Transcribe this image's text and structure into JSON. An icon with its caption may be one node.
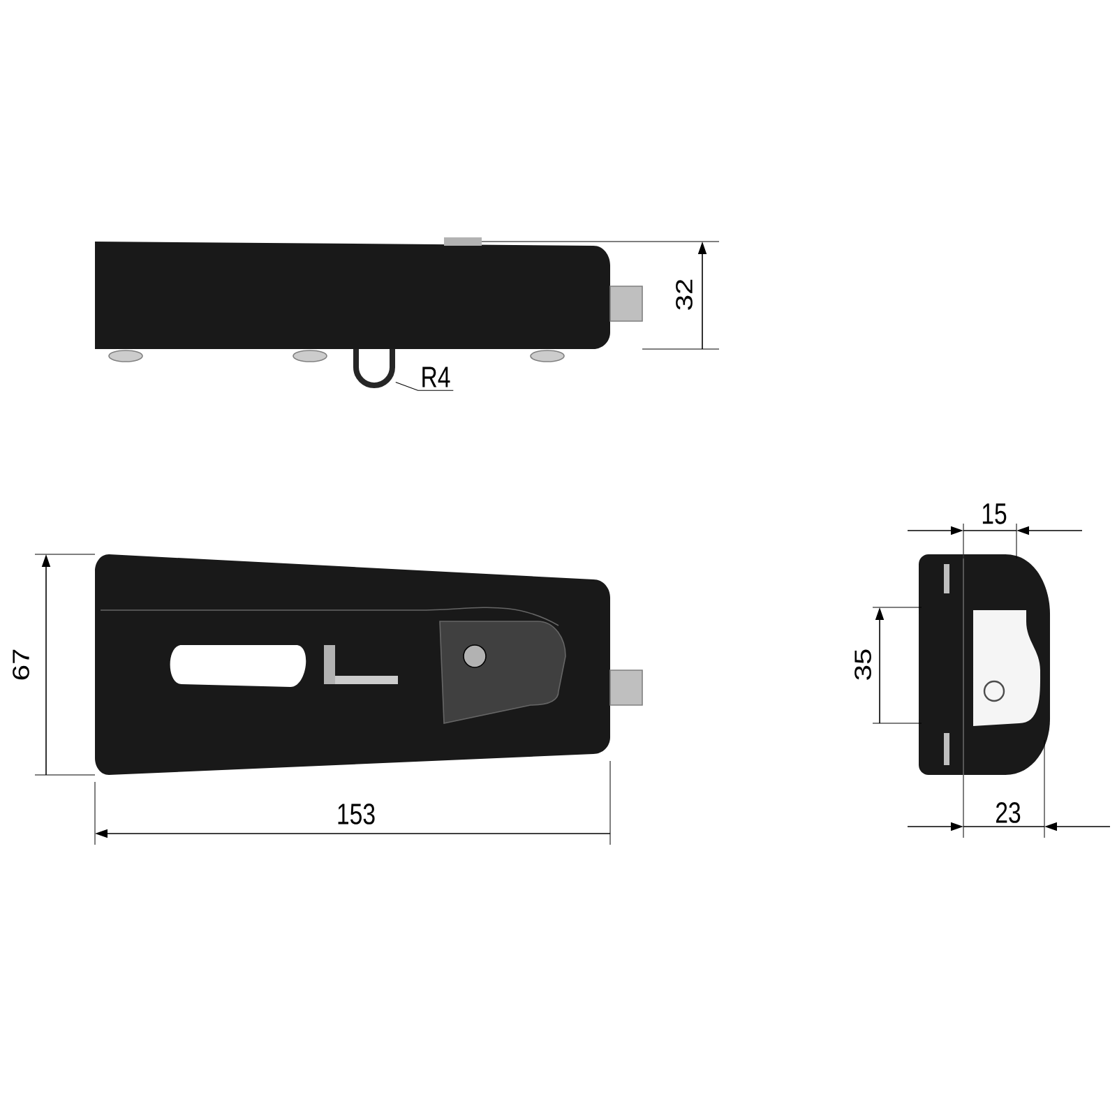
{
  "diagram": {
    "nodes": [
      {
        "text": [
          "R4"
        ]
      },
      {
        "text": [],
        "shape": "picture"
      }
    ],
    "edges": [
      {
        "from": 0,
        "to": 1,
        "arrow": "none"
      }
    ],
    "labels": [
      "32",
      "15",
      "35",
      "67",
      "153",
      "23"
    ]
  }
}
